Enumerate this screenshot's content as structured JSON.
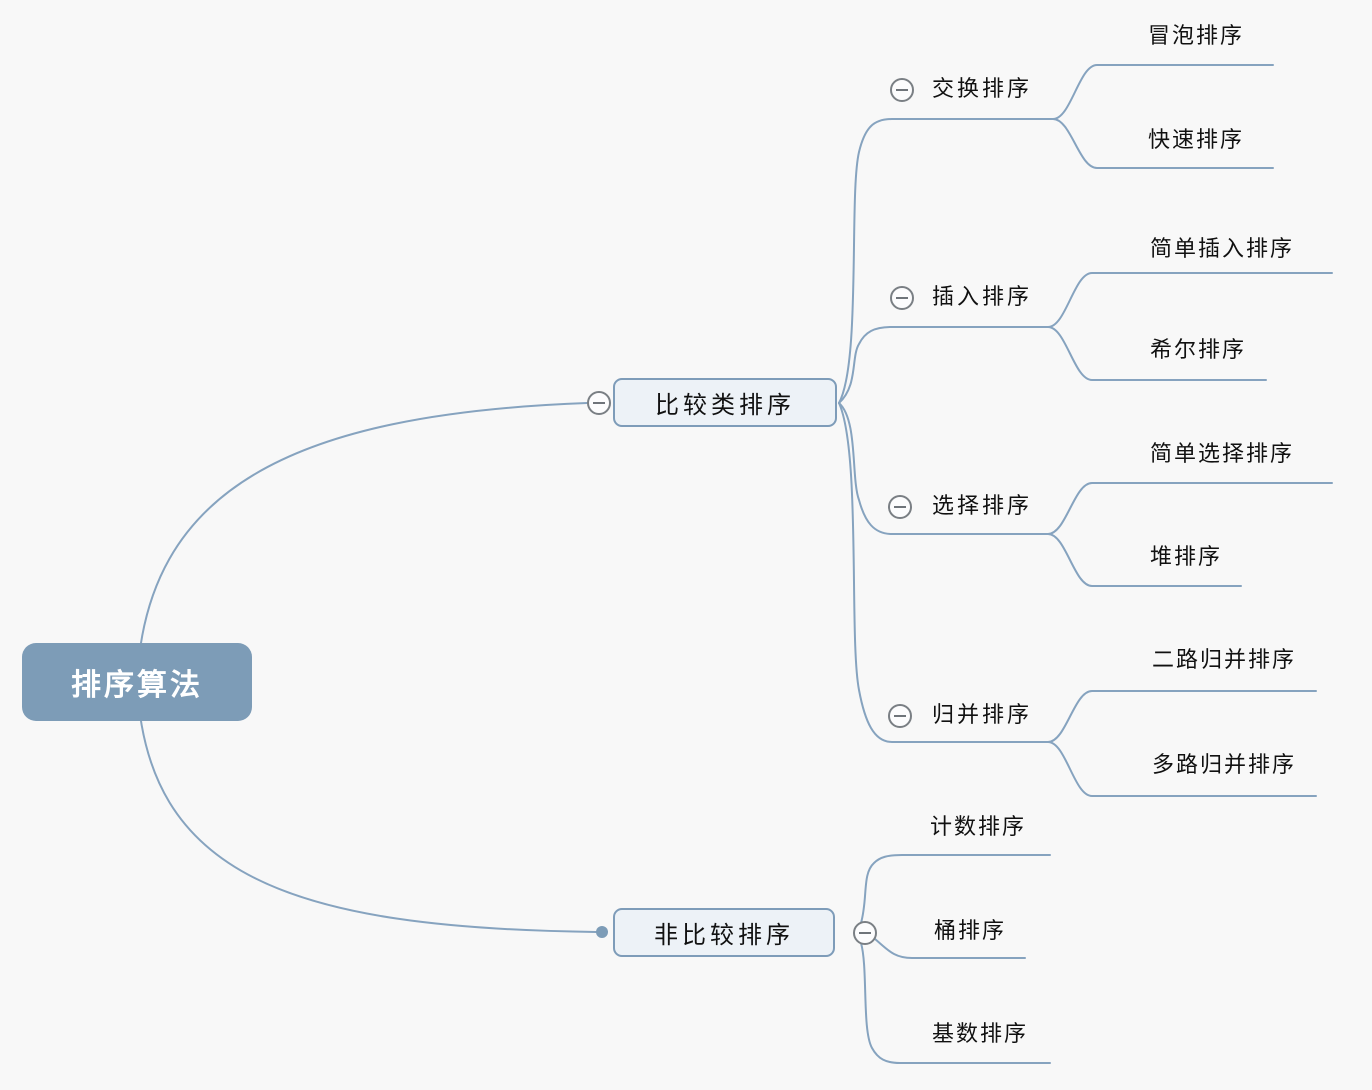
{
  "app": {
    "kind": "mindmap",
    "colors": {
      "background": "#f8f8f8",
      "branch_line": "#86a3bf",
      "root_fill": "#7d9cb7",
      "root_text": "#ffffff",
      "branch_box_fill": "#edf2f7",
      "branch_box_border": "#7e9cb9",
      "text": "#111111",
      "collapse_icon_border": "#7a7f84"
    }
  },
  "root": {
    "label": "排序算法"
  },
  "branches": [
    {
      "label": "比较类排序",
      "children": [
        {
          "label": "交换排序",
          "children": [
            {
              "label": "冒泡排序"
            },
            {
              "label": "快速排序"
            }
          ]
        },
        {
          "label": "插入排序",
          "children": [
            {
              "label": "简单插入排序"
            },
            {
              "label": "希尔排序"
            }
          ]
        },
        {
          "label": "选择排序",
          "children": [
            {
              "label": "简单选择排序"
            },
            {
              "label": "堆排序"
            }
          ]
        },
        {
          "label": "归并排序",
          "children": [
            {
              "label": "二路归并排序"
            },
            {
              "label": "多路归并排序"
            }
          ]
        }
      ]
    },
    {
      "label": "非比较排序",
      "children": [
        {
          "label": "计数排序"
        },
        {
          "label": "桶排序"
        },
        {
          "label": "基数排序"
        }
      ]
    }
  ]
}
